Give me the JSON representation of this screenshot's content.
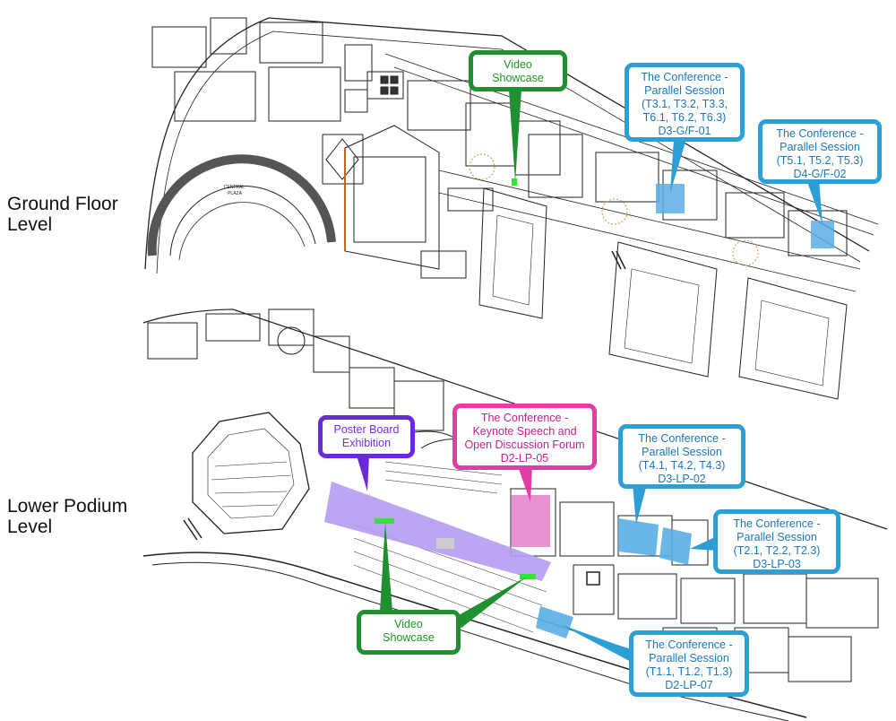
{
  "levels": {
    "ground": [
      "Ground Floor",
      "Level"
    ],
    "lower": [
      "Lower Podium",
      "Level"
    ]
  },
  "plan_text": {
    "central_plaza": [
      "CENTRAL",
      "PLAZA"
    ]
  },
  "callouts": {
    "ground_video": [
      "Video",
      "Showcase"
    ],
    "ground_d3": [
      "The Conference -",
      "Parallel Session",
      "(T3.1, T3.2, T3.3,",
      "T6.1, T6.2, T6.3)",
      "D3-G/F-01"
    ],
    "ground_d4": [
      "The Conference -",
      "Parallel Session",
      "(T5.1, T5.2, T5.3)",
      "D4-G/F-02"
    ],
    "poster": [
      "Poster Board",
      "Exhibition"
    ],
    "keynote": [
      "The Conference -",
      "Keynote Speech and",
      "Open Discussion Forum",
      "D2-LP-05"
    ],
    "lp_d3_02": [
      "The Conference -",
      "Parallel Session",
      "(T4.1, T4.2, T4.3)",
      "D3-LP-02"
    ],
    "lp_d3_03": [
      "The Conference -",
      "Parallel Session",
      "(T2.1, T2.2, T2.3)",
      "D3-LP-03"
    ],
    "lp_video": [
      "Video",
      "Showcase"
    ],
    "lp_d2_07": [
      "The Conference -",
      "Parallel Session",
      "(T1.1, T1.2, T1.3)",
      "D2-LP-07"
    ]
  },
  "colors": {
    "video": "#1f8f2f",
    "parallel_session": "#2b9fd6",
    "poster": "#6a2bd6",
    "keynote": "#e43ca6",
    "highlight_blue": "#5aaee6",
    "highlight_purple": "#b59cf2",
    "highlight_pink": "#e586cf",
    "highlight_green": "#33e633",
    "walls": "#222222"
  }
}
